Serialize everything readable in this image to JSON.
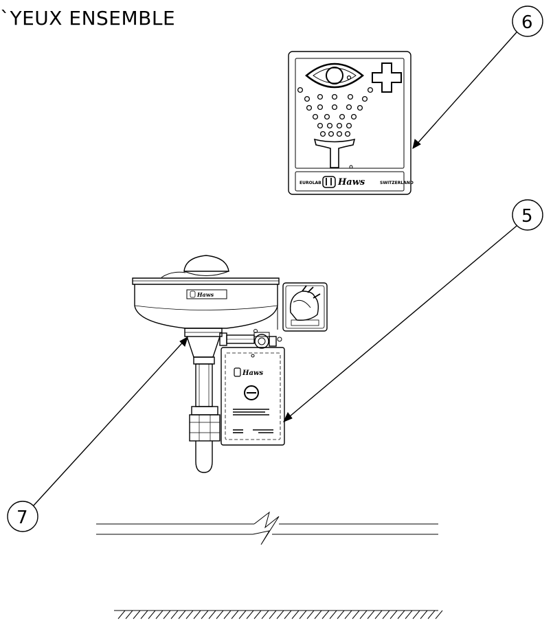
{
  "title": "`YEUX ENSEMBLE",
  "callouts": [
    "6",
    "5",
    "7"
  ],
  "sign": {
    "left_text": "EUROLAB",
    "brand": "Haws",
    "right_text": "SWITZERLAND"
  },
  "bowl_label": "Haws",
  "dust_cover_label": "Haws",
  "colors": {
    "line": "#000000",
    "background": "#ffffff"
  }
}
